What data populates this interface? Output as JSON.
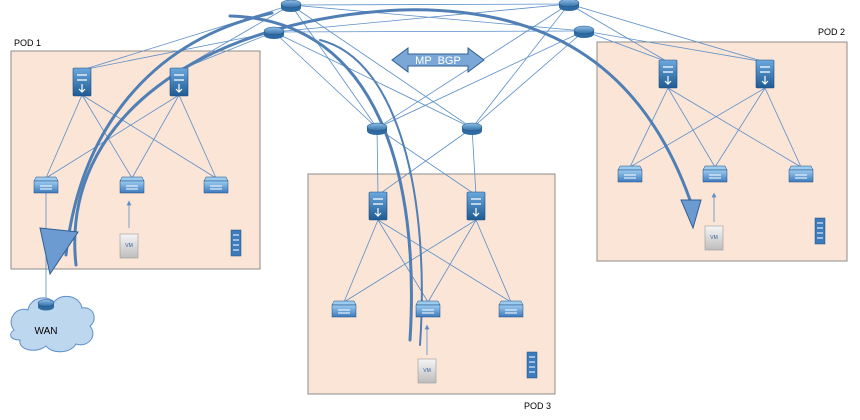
{
  "pods": [
    {
      "id": "pod1",
      "label": "POD 1"
    },
    {
      "id": "pod2",
      "label": "POD 2"
    },
    {
      "id": "pod3",
      "label": "POD 3"
    }
  ],
  "wan": {
    "label": "WAN"
  },
  "control_plane": {
    "label": "MP  BGP"
  },
  "vm_label": "VM",
  "colors": {
    "pod_fill": "#fbe5d6",
    "pod_border": "#8c8c8c",
    "link": "#5b8fc9",
    "arrow": "#4f7fb5",
    "device_dark": "#2f6ba3",
    "device_light": "#5b9bd5"
  }
}
